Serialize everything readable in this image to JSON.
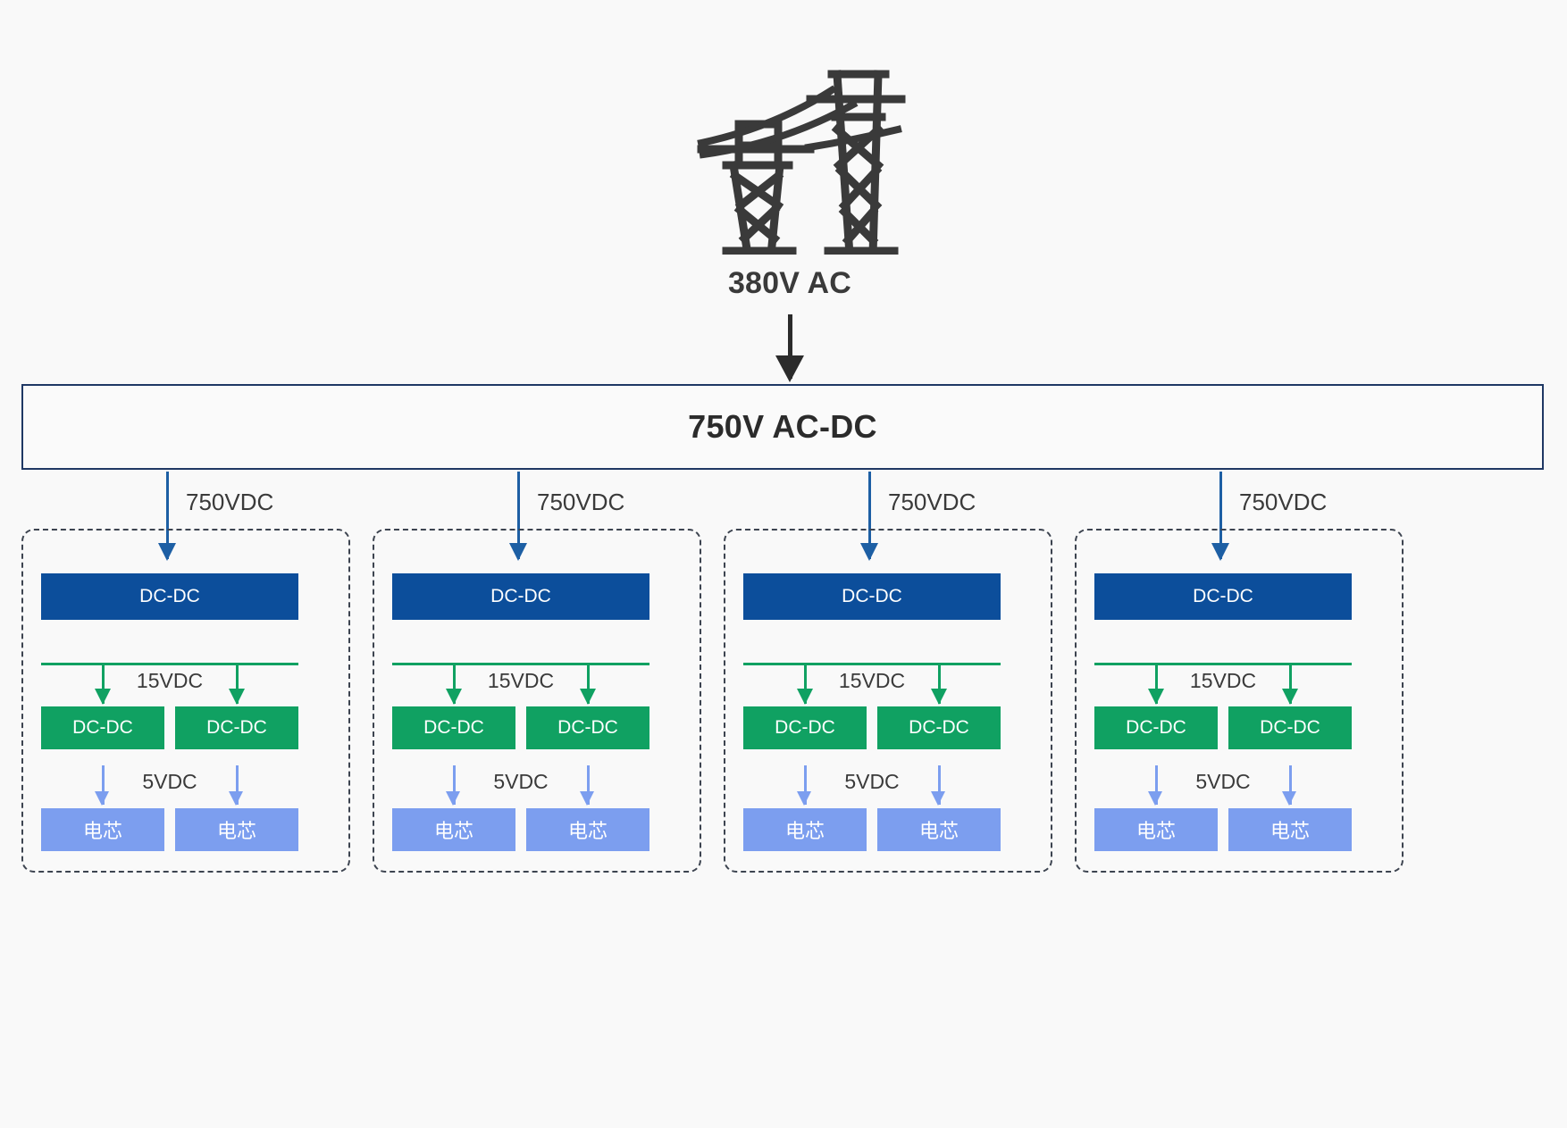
{
  "diagram": {
    "title_source": "380V AC",
    "converter_bar": {
      "label": "750V AC-DC"
    },
    "icons": {
      "transmission_tower": "transmission-tower-icon",
      "ac_feed_arrow": "down-arrow-icon"
    },
    "colors": {
      "background": "#f9f9f9",
      "bar_border": "#1f3864",
      "hv_dcdc": "#0c4e9b",
      "lv_dcdc": "#10a162",
      "cell": "#7c9eef",
      "feed_arrow": "#1d5fa4",
      "ac_arrow": "#2b2b2b",
      "group_border": "#3d4450",
      "text": "#3a3a3a"
    },
    "feed_labels": [
      "750VDC",
      "750VDC",
      "750VDC",
      "750VDC"
    ],
    "groups": [
      {
        "hv_converter": "DC-DC",
        "bus_label": "15VDC",
        "lv_converters": [
          "DC-DC",
          "DC-DC"
        ],
        "cell_label": "5VDC",
        "cells": [
          "电芯",
          "电芯"
        ]
      },
      {
        "hv_converter": "DC-DC",
        "bus_label": "15VDC",
        "lv_converters": [
          "DC-DC",
          "DC-DC"
        ],
        "cell_label": "5VDC",
        "cells": [
          "电芯",
          "电芯"
        ]
      },
      {
        "hv_converter": "DC-DC",
        "bus_label": "15VDC",
        "lv_converters": [
          "DC-DC",
          "DC-DC"
        ],
        "cell_label": "5VDC",
        "cells": [
          "电芯",
          "电芯"
        ]
      },
      {
        "hv_converter": "DC-DC",
        "bus_label": "15VDC",
        "lv_converters": [
          "DC-DC",
          "DC-DC"
        ],
        "cell_label": "5VDC",
        "cells": [
          "电芯",
          "电芯"
        ]
      }
    ]
  }
}
